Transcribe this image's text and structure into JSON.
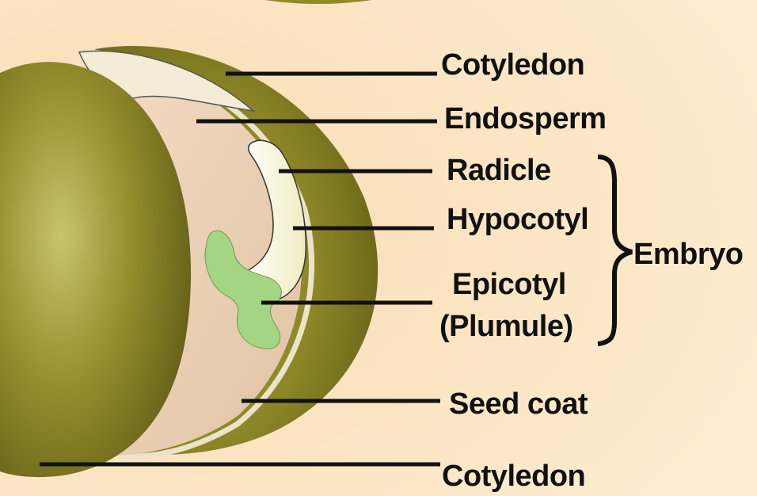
{
  "labels": {
    "cotyledon_top": "Cotyledon",
    "endosperm": "Endosperm",
    "radicle": "Radicle",
    "hypocotyl": "Hypocotyl",
    "epicotyl_line1": "Epicotyl",
    "epicotyl_line2": "(Plumule)",
    "embryo": "Embryo",
    "seed_coat": "Seed coat",
    "cotyledon_bottom": "Cotyledon"
  },
  "colors": {
    "background": "#fbe6c4",
    "cotyledon": "#8f8a2a",
    "endosperm": "#efd3b8",
    "embryo_axis": "#fffbe3",
    "plumule": "#9fd27f",
    "seed_coat_rim": "#ece3c8",
    "leader_line": "#111111"
  }
}
